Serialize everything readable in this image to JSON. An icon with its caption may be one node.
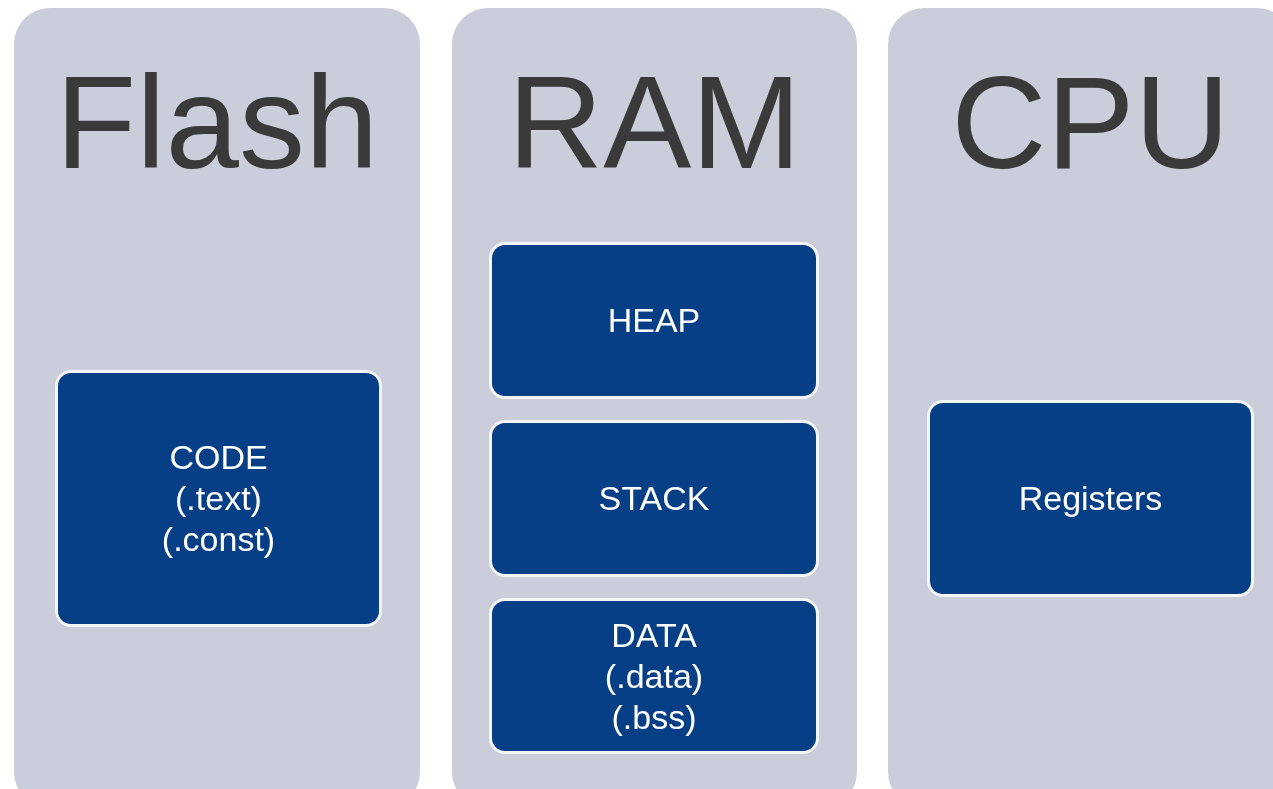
{
  "diagram": {
    "nodes": [
      {
        "text": [
          "Flash"
        ]
      },
      {
        "text": [
          "CODE (.text) (.const)"
        ],
        "in": 0
      },
      {
        "text": [
          "RAM"
        ]
      },
      {
        "text": [
          "HEAP"
        ],
        "in": 2
      },
      {
        "text": [
          "STACK"
        ],
        "in": 2
      },
      {
        "text": [
          "DATA (.data) (.bss)"
        ],
        "in": 2
      },
      {
        "text": [
          "CPU"
        ]
      },
      {
        "text": [
          "Registers"
        ],
        "in": 6
      }
    ],
    "edges": []
  }
}
